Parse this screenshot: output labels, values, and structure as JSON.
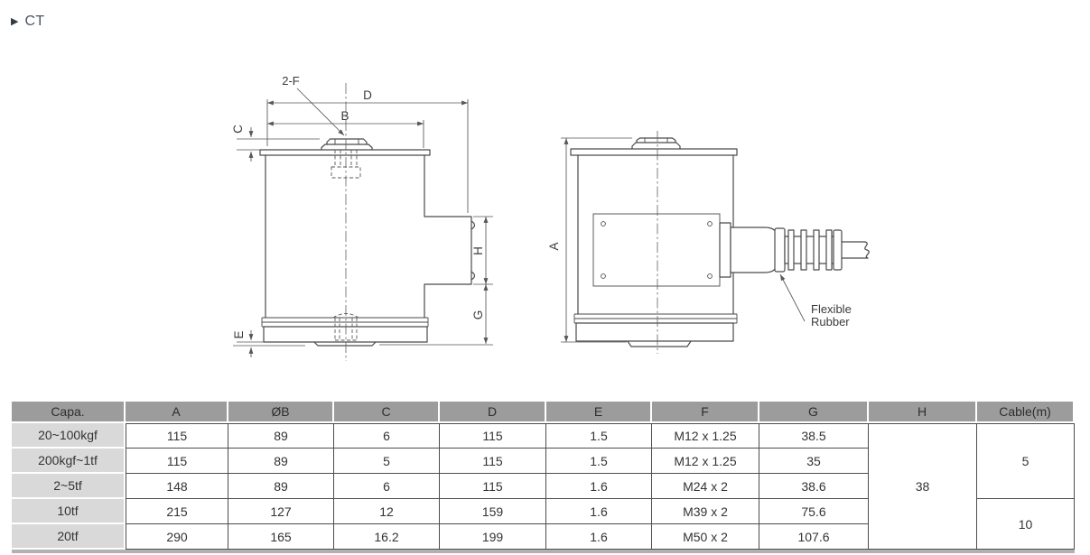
{
  "page": {
    "marker": "▶",
    "title": "CT"
  },
  "colors": {
    "table_header_bg": "#9c9c9c",
    "table_capacity_bg": "#d9d9d9",
    "table_border_dark": "#4d4d4d",
    "table_bottom_band": "#b1b1b1",
    "drawing_line": "#4a4a4a",
    "title_text": "#4b5563"
  },
  "drawing_left": {
    "labels": {
      "thread": "2-F",
      "d": "D",
      "b": "B",
      "c": "C",
      "e": "E",
      "h": "H",
      "g": "G"
    }
  },
  "drawing_right": {
    "labels": {
      "a": "A",
      "flexible_line1": "Flexible",
      "flexible_line2": "Rubber"
    }
  },
  "table": {
    "headers": [
      "Capa.",
      "A",
      "ØB",
      "C",
      "D",
      "E",
      "F",
      "G",
      "H",
      "Cable(m)"
    ],
    "rows": [
      [
        "20~100kgf",
        "115",
        "89",
        "6",
        "115",
        "1.5",
        "M12 x 1.25",
        "38.5"
      ],
      [
        "200kgf~1tf",
        "115",
        "89",
        "5",
        "115",
        "1.5",
        "M12 x 1.25",
        "35"
      ],
      [
        "2~5tf",
        "148",
        "89",
        "6",
        "115",
        "1.6",
        "M24 x 2",
        "38.6"
      ],
      [
        "10tf",
        "215",
        "127",
        "12",
        "159",
        "1.6",
        "M39 x 2",
        "75.6"
      ],
      [
        "20tf",
        "290",
        "165",
        "16.2",
        "199",
        "1.6",
        "M50 x 2",
        "107.6"
      ]
    ],
    "merged": {
      "h": "38",
      "cable_top": "5",
      "cable_bottom": "10"
    }
  }
}
